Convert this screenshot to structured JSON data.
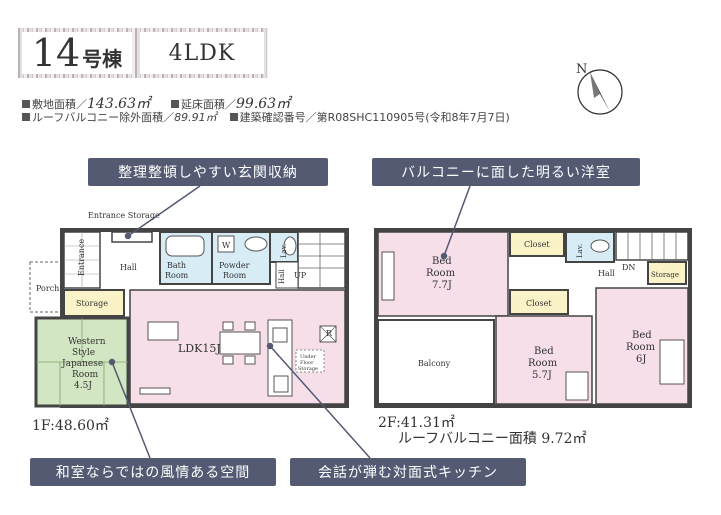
{
  "header": {
    "lot_number": "14",
    "lot_suffix": "号棟",
    "layout_type": "4LDK"
  },
  "specs": {
    "land_area_label": "敷地面積／",
    "land_area_value": "143.63㎡",
    "floor_area_label": "延床面積／",
    "floor_area_value": "99.63㎡",
    "roof_balcony_label": "ルーフバルコニー除外面積／",
    "roof_balcony_value": "89.91㎡",
    "permit_label": "建築確認番号／",
    "permit_value": "第R08SHC110905号(令和8年7月7日)"
  },
  "compass": {
    "label": "N"
  },
  "callouts": {
    "entrance": "整理整頓しやすい玄関収納",
    "balcony_room": "バルコニーに面した明るい洋室",
    "japanese_room": "和室ならではの風情ある空間",
    "kitchen": "会話が弾む対面式キッチン"
  },
  "floor1": {
    "area": "1F:48.60㎡",
    "rooms": {
      "entrance_storage": "Entrance Storage",
      "entrance": "Entrance",
      "porch": "Porch",
      "hall": "Hall",
      "bath_1": "Bath",
      "bath_2": "Room",
      "powder_1": "Powder",
      "powder_2": "Room",
      "w": "W",
      "lav": "Lav.",
      "hall_small": "Hall",
      "up": "UP",
      "storage": "Storage",
      "ldk": "LDK15J",
      "r": "R",
      "jp_1": "Western",
      "jp_2": "Style",
      "jp_3": "Japanese",
      "jp_4": "Room",
      "jp_5": "4.5J",
      "under_1": "Under",
      "under_2": "Floor",
      "under_3": "Storage"
    }
  },
  "floor2": {
    "area": "2F:41.31㎡",
    "roof_area": "ルーフバルコニー面積 9.72㎡",
    "rooms": {
      "bed1_1": "Bed",
      "bed1_2": "Room",
      "bed1_3": "7.7J",
      "closet1": "Closet",
      "lav": "Lav.",
      "hall": "Hall",
      "dn": "DN",
      "storage": "Storage",
      "closet2": "Closet",
      "balcony": "Balcony",
      "bed2_1": "Bed",
      "bed2_2": "Room",
      "bed2_3": "5.7J",
      "bed3_1": "Bed",
      "bed3_2": "Room",
      "bed3_3": "6J"
    }
  },
  "colors": {
    "pink_room": "#f6dfe9",
    "bath_blue": "#d8ecf6",
    "tatami_green": "#d3e6c3",
    "storage_yellow": "#fbf3c8",
    "callout_bg": "#535a72",
    "wall": "#444444"
  }
}
